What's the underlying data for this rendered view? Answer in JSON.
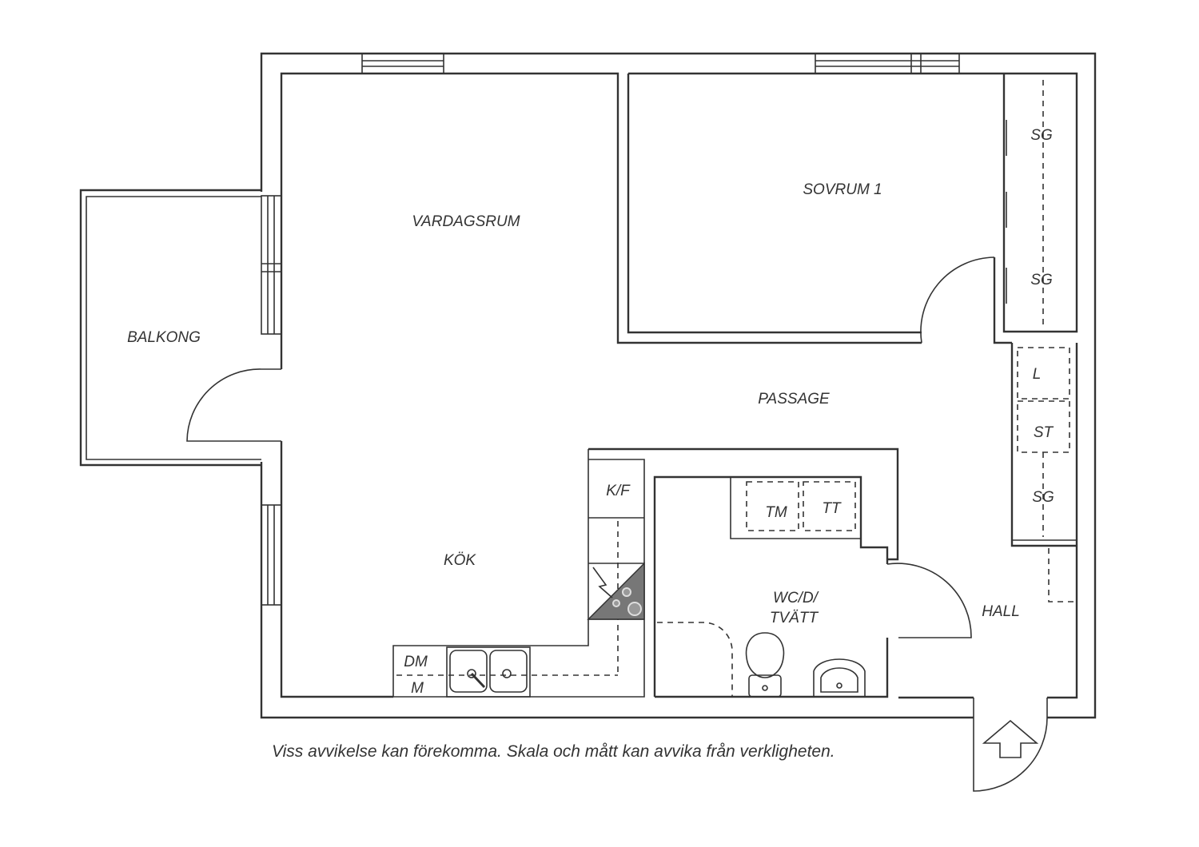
{
  "rooms": {
    "balkong": "BALKONG",
    "vardagsrum": "VARDAGSRUM",
    "sovrum": "SOVRUM 1",
    "passage": "PASSAGE",
    "kok": "KÖK",
    "wc": "WC/D/",
    "wc2": "TVÄTT",
    "hall": "HALL"
  },
  "fixtures": {
    "sg1": "SG",
    "sg2": "SG",
    "sg3": "SG",
    "l": "L",
    "st": "ST",
    "kf": "K/F",
    "tm": "TM",
    "tt": "TT",
    "dm": "DM",
    "m": "M"
  },
  "disclaimer": "Viss avvikelse kan förekomma. Skala och mått kan avvika från verkligheten.",
  "colors": {
    "line": "#333333",
    "stove": "#777777",
    "background": "#ffffff"
  }
}
